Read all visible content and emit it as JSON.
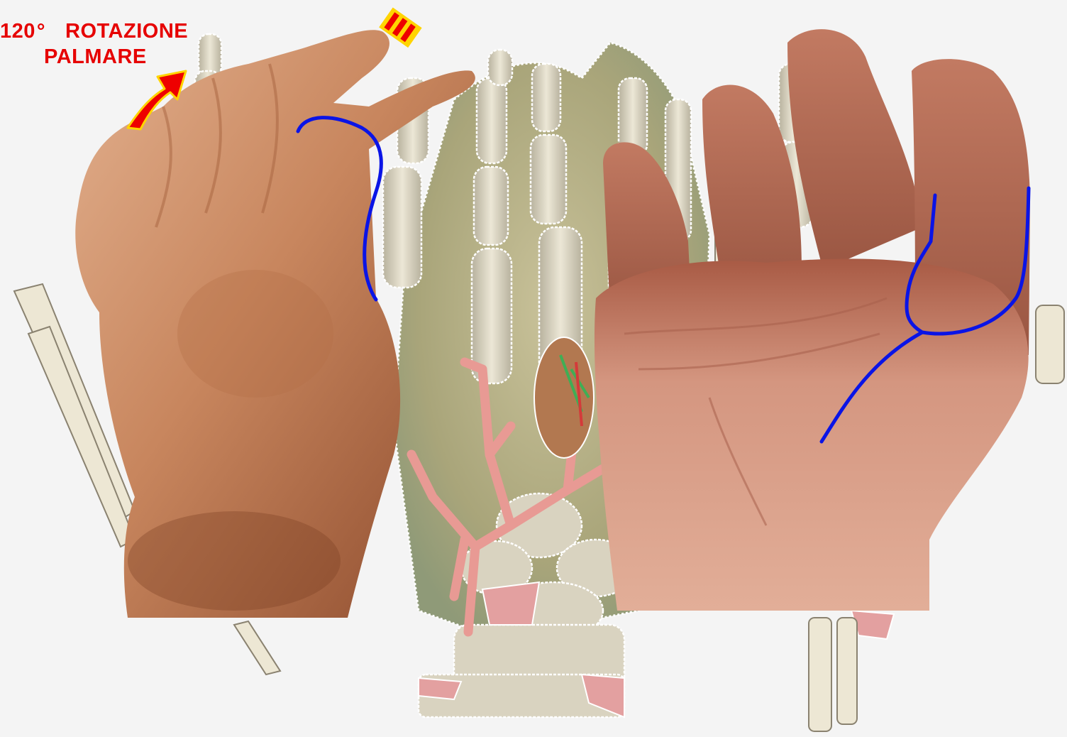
{
  "annotation": {
    "angle": "120",
    "degree_symbol": "°",
    "label_line1": "ROTAZIONE",
    "label_line2": "PALMARE"
  },
  "colors": {
    "label": "#e60000",
    "arrow_fill": "#ee0000",
    "arrow_outline": "#ffd400",
    "crease_line": "#0a14e6",
    "background": "#f4f4f4",
    "skin_dorsal": "#c8865e",
    "skin_palmar": "#d79a84",
    "bone": "#ddd7c4",
    "artery": "#e89a94"
  },
  "image": {
    "subject": "thumb-palmar-rotation-overlay",
    "layers": [
      "hand-skeleton",
      "hand-dorsal-photo",
      "hand-palmar-photo",
      "rotation-arrow",
      "thenar-crease-lines"
    ]
  }
}
